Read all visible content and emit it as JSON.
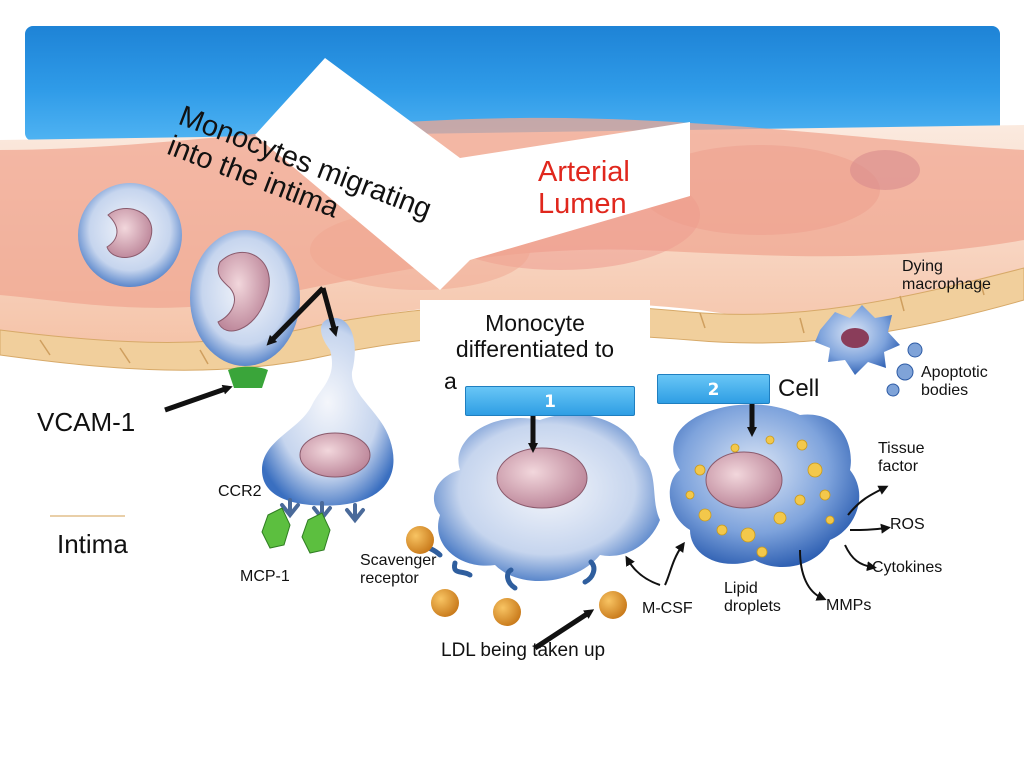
{
  "slide": {
    "header_color": "#2f9be8",
    "labels": {
      "migrating_line1": "Monocytes migrating",
      "migrating_line2": "into the intima",
      "lumen_line1": "Arterial",
      "lumen_line2": "Lumen",
      "vcam": "VCAM-1",
      "intima": "Intima",
      "ccr2": "CCR2",
      "mcp1": "MCP-1",
      "scavenger_line1": "Scavenger",
      "scavenger_line2": "receptor",
      "mcsf": "M-CSF",
      "lipid_line1": "Lipid",
      "lipid_line2": "droplets",
      "dying_line1": "Dying",
      "dying_line2": "macrophage",
      "apoptotic_line1": "Apoptotic",
      "apoptotic_line2": "bodies",
      "tissue_line1": "Tissue",
      "tissue_line2": "factor",
      "ros": "ROS",
      "cytokines": "Cytokines",
      "mmps": "MMPs",
      "ldl": "LDL being taken up",
      "cell": "Cell"
    },
    "callout": {
      "line1": "Monocyte",
      "line2": "differentiated to",
      "line3": "a"
    },
    "blanks": [
      {
        "number": "1"
      },
      {
        "number": "2"
      }
    ],
    "colors": {
      "lumen_text": "#e0271d",
      "endothelium": "#f3d7b0",
      "cell_blue": "#3a6fc0",
      "nucleus": "#d9a7b4",
      "ldl": "#e39a2a",
      "mcp1": "#5cbf3f",
      "vcam": "#3aa53a"
    }
  }
}
